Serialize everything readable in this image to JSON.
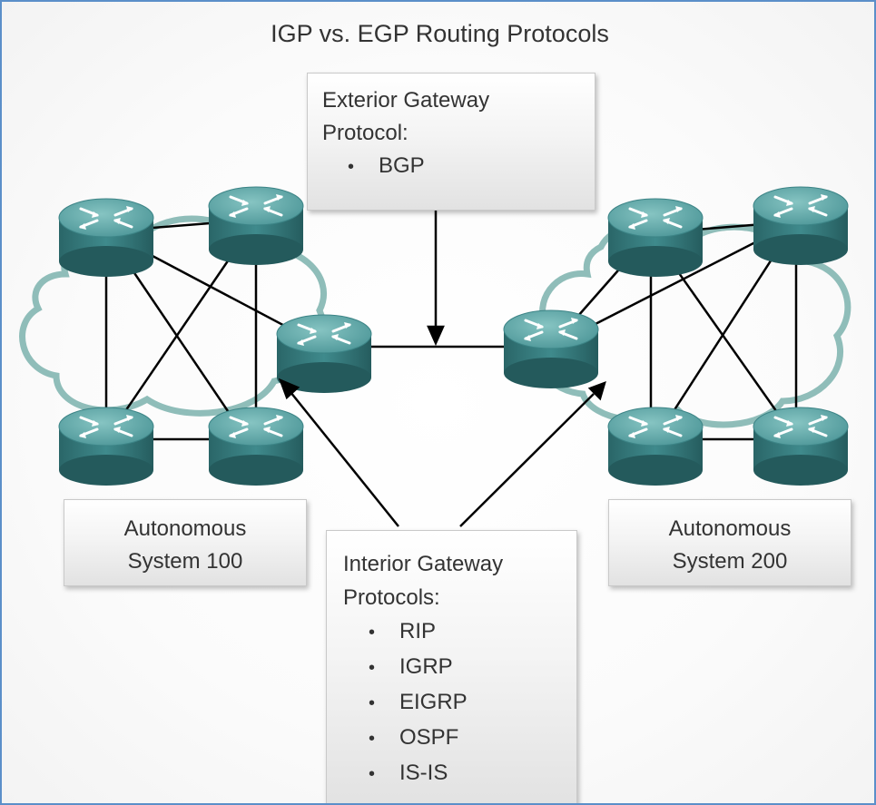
{
  "title": "IGP vs. EGP Routing Protocols",
  "exterior": {
    "heading_line1": "Exterior Gateway",
    "heading_line2": "Protocol:",
    "protocols": [
      "BGP"
    ]
  },
  "interior": {
    "heading_line1": "Interior Gateway",
    "heading_line2": "Protocols:",
    "protocols": [
      "RIP",
      "IGRP",
      "EIGRP",
      "OSPF",
      "IS-IS"
    ]
  },
  "as100": {
    "line1": "Autonomous",
    "line2": "System 100"
  },
  "as200": {
    "line1": "Autonomous",
    "line2": "System 200"
  },
  "colors": {
    "router_top": "#5aa3a3",
    "router_side": "#2f6f73",
    "cloud_stroke": "#8fbdb9",
    "link": "#000000",
    "frame": "#5b8fc9"
  },
  "icons": {
    "router": "router-icon",
    "cloud": "cloud-icon",
    "arrow": "arrow-icon"
  }
}
